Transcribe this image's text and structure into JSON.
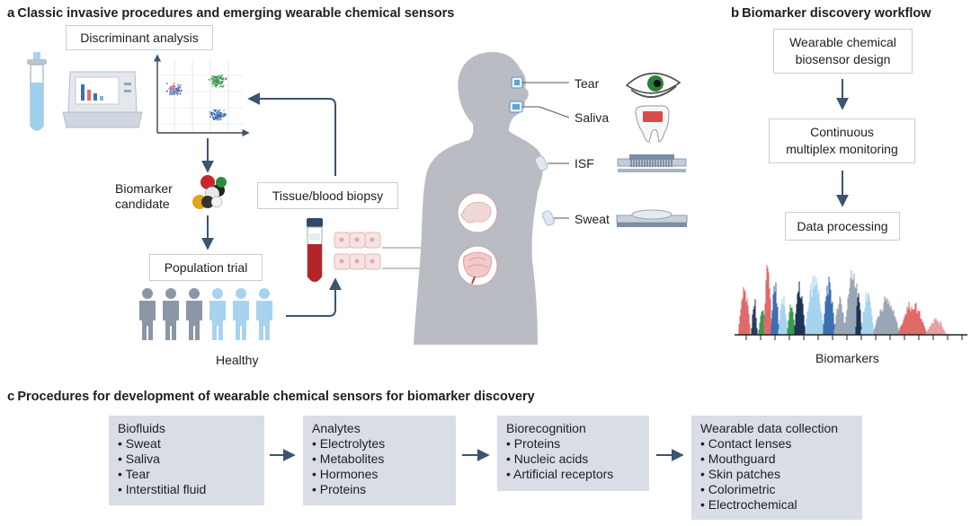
{
  "panel_a": {
    "letter": "a",
    "title": "Classic invasive procedures and emerging wearable chemical sensors",
    "discriminant_analysis": "Discriminant analysis",
    "biomarker_candidate": [
      "Biomarker",
      "candidate"
    ],
    "tissue_biopsy": "Tissue/blood biopsy",
    "population_trial": "Population trial",
    "healthy": "Healthy",
    "sites": [
      "Tear",
      "Saliva",
      "ISF",
      "Sweat"
    ]
  },
  "panel_b": {
    "letter": "b",
    "title": "Biomarker discovery workflow",
    "steps": [
      [
        "Wearable chemical",
        "biosensor design"
      ],
      [
        "Continuous",
        "multiplex monitoring"
      ],
      [
        "Data processing"
      ]
    ],
    "axis_label": "Biomarkers"
  },
  "panel_c": {
    "letter": "c",
    "title": "Procedures for development of wearable chemical sensors for biomarker discovery",
    "boxes": [
      {
        "title": "Biofluids",
        "items": [
          "Sweat",
          "Saliva",
          "Tear",
          "Interstitial fluid"
        ]
      },
      {
        "title": "Analytes",
        "items": [
          "Electrolytes",
          "Metabolites",
          "Hormones",
          "Proteins"
        ]
      },
      {
        "title": "Biorecognition",
        "items": [
          "Proteins",
          "Nucleic acids",
          "Artificial receptors"
        ]
      },
      {
        "title": "Wearable data collection",
        "items": [
          "Contact lenses",
          "Mouthguard",
          "Skin patches",
          "Colorimetric",
          "Electrochemical"
        ]
      }
    ]
  },
  "colors": {
    "arrow": "#3d5470",
    "box_fill": "#d9dde5",
    "silhouette": "#b9bcc2",
    "light_blue": "#a8d3ef",
    "people_grey": "#8b96a6"
  }
}
